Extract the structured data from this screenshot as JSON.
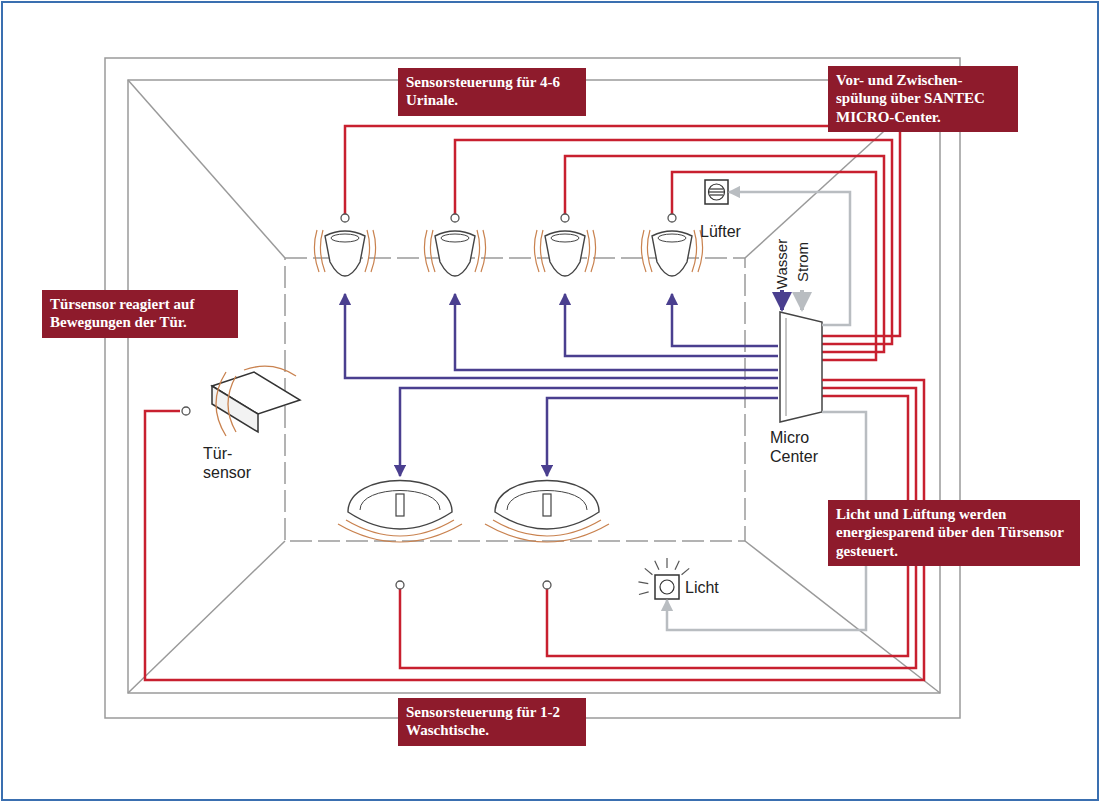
{
  "diagram": {
    "nodes": [
      {
        "text": [
          "Sensorsteuerung für 4-6 Urinale."
        ]
      },
      {
        "text": [
          "Vor- und Zwischen- spülung über SANTEC MICRO-Center."
        ]
      },
      {
        "text": [
          "Lüfter"
        ]
      },
      {
        "text": [
          "Türsensor reagiert auf Bewegungen der Tür."
        ]
      },
      {
        "text": [
          "Tür- sensor"
        ]
      },
      {
        "text": [
          "Micro Center"
        ]
      },
      {
        "text": [
          "Licht und Lüftung werden energiesparend über den Türsensor gesteuert."
        ]
      },
      {
        "text": [
          "Licht"
        ]
      },
      {
        "text": [
          "Sensorsteuerung für 1-2 Waschtische."
        ]
      }
    ],
    "edges": [
      {
        "from": 5,
        "to": 2,
        "arrow": "to"
      },
      {
        "from": 5,
        "to": 7,
        "arrow": "to"
      },
      {
        "from": 4,
        "to": 5,
        "arrow": "none"
      }
    ],
    "labels": [
      "Wasser",
      "Strom"
    ]
  }
}
